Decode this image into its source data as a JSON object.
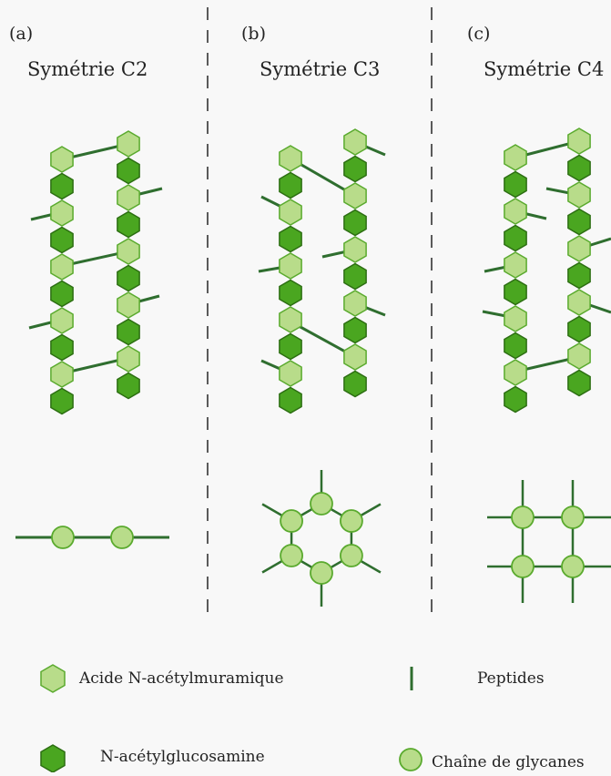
{
  "panels": [
    {
      "label": "(a)",
      "title": "Symétrie C2"
    },
    {
      "label": "(b)",
      "title": "Symétrie C3"
    },
    {
      "label": "(c)",
      "title": "Symétrie C4"
    }
  ],
  "legend": {
    "murnac": "Acide N-acétylmuramique",
    "peptides": "Peptides",
    "glcnac": "N-acétylglucosamine",
    "glycan_chain": "Chaîne de glycanes"
  },
  "colors": {
    "murnac_fill": "#b8dc8a",
    "murnac_stroke": "#5aaa2e",
    "glcnac_fill": "#4aa620",
    "glcnac_stroke": "#2c6e12",
    "peptide": "#2f6e2f",
    "divider": "#333333",
    "background": "#f8f8f8"
  }
}
